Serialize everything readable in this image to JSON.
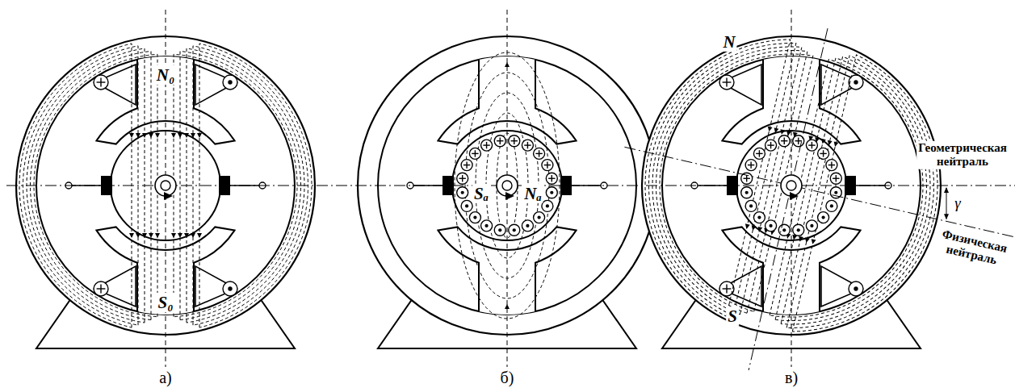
{
  "diagram": {
    "labels": [
      "N₀",
      "S₀",
      "Sₐ",
      "Nₐ",
      "N",
      "S",
      "Геометрическая нейтраль",
      "Физическая нейтраль",
      "γ",
      "а)",
      "б)",
      "в)"
    ]
  }
}
